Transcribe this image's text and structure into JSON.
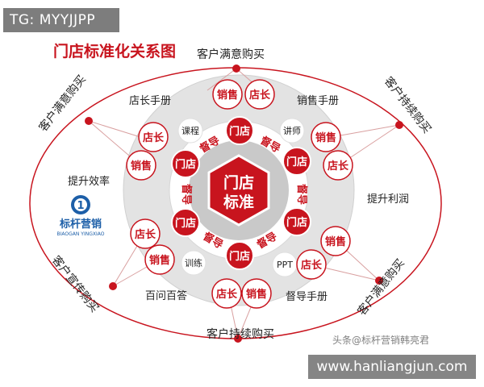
{
  "overlay": {
    "tag": "TG: MYYJJPP",
    "url": "www.hanliangjun.com"
  },
  "diagram": {
    "title": "门店标准化关系图",
    "center": [
      "门店",
      "标准"
    ],
    "store_label": "门店",
    "supervisor_label": "督导",
    "manager_label": "店长",
    "sales_label": "销售",
    "inner_items": {
      "course": "课程",
      "lecturer": "讲师",
      "training": "训练",
      "ppt": "PPT"
    },
    "ring_labels": {
      "manager_manual": "店长手册",
      "sales_manual": "销售手册",
      "efficiency": "提升效率",
      "profit": "提升利润",
      "qa": "百问百答",
      "supervisor_manual": "督导手册"
    },
    "outer_labels": {
      "top": "客户满意购买",
      "bottom": "客户持续购买",
      "top_left": "客户满意购买",
      "top_right": "客户持续购买",
      "bottom_left": "客户宣传购买",
      "bottom_right": "客户满意购买"
    },
    "logo": {
      "mark": "1",
      "name": "标杆营销",
      "pinyin": "BIAOGAN YINGXIAO"
    },
    "watermark": "头条@标杆营销韩亮君"
  },
  "colors": {
    "red": "#c8141e",
    "dark_red": "#9e0d15",
    "ring_gray": "#e3e3e3",
    "hub_gray": "#c9c9c9",
    "logo_blue": "#1d5fa8"
  }
}
